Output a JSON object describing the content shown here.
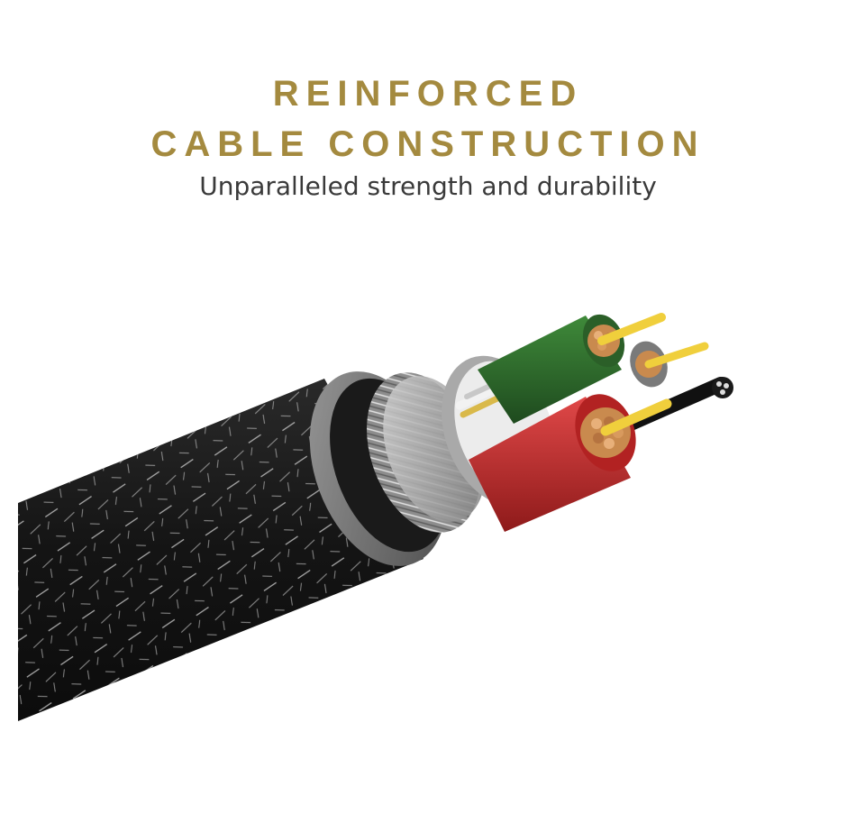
{
  "headline": {
    "line1": "REINFORCED",
    "line2": "CABLE CONSTRUCTION",
    "color": "#a48a3f"
  },
  "subheadline": "Unparalleled strength and durability",
  "colors": {
    "jacket": "#1c1c1c",
    "fiber": "#bfbfbf",
    "green_wire": "#2e6b2c",
    "red_wire": "#c42a2a",
    "gold_core": "#e6c53a",
    "copper": "#c98a4e"
  }
}
